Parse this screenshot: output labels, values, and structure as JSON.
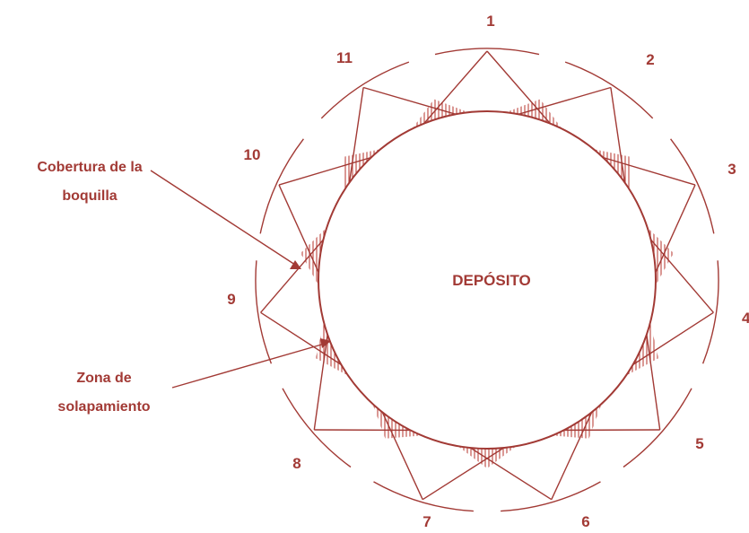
{
  "diagram": {
    "center_label": "DEPÓSITO",
    "nozzles": [
      "1",
      "2",
      "3",
      "4",
      "5",
      "6",
      "7",
      "8",
      "9",
      "10",
      "11"
    ],
    "callouts": {
      "coverage": [
        "Cobertura de la",
        "boquilla"
      ],
      "overlap": [
        "Zona de",
        "solapamiento"
      ]
    }
  },
  "colors": {
    "ink": "#a23a35",
    "hatch": "#c0524c"
  }
}
